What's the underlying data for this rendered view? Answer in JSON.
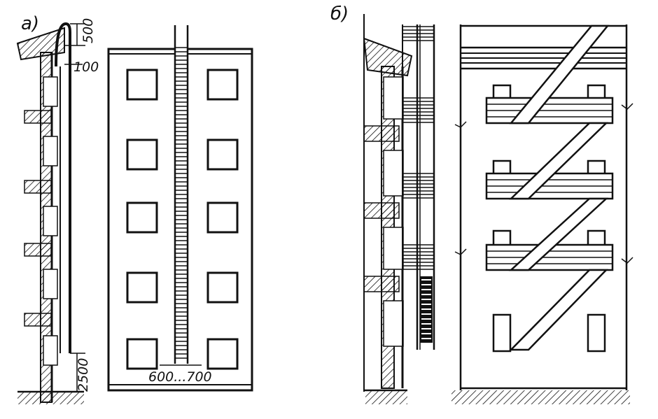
{
  "panel_a": {
    "label": "a)",
    "dims": {
      "top_height": "500",
      "gap": "100",
      "bottom_height": "2500",
      "ladder_width": "600...700"
    }
  },
  "panel_b": {
    "label": "б)"
  },
  "colors": {
    "ink": "#111111",
    "paper": "#ffffff"
  }
}
